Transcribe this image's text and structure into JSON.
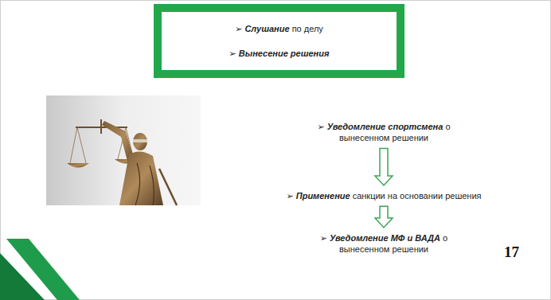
{
  "diagram": {
    "nodes": [
      {
        "text": [
          "➢ Слушание по делу",
          "➢ Вынесение решения"
        ]
      },
      {
        "text": [
          "➢ Уведомление спортсмена о вынесенном решении"
        ]
      },
      {
        "text": [
          "➢ Применение санкции на основании решения"
        ]
      },
      {
        "text": [
          "➢ Уведомление МФ и ВАДА о вынесенном решении"
        ]
      }
    ],
    "edges": [
      {
        "from": 1,
        "to": 2,
        "arrow": "to"
      },
      {
        "from": 2,
        "to": 3,
        "arrow": "to"
      }
    ],
    "labels": [
      "17"
    ]
  }
}
